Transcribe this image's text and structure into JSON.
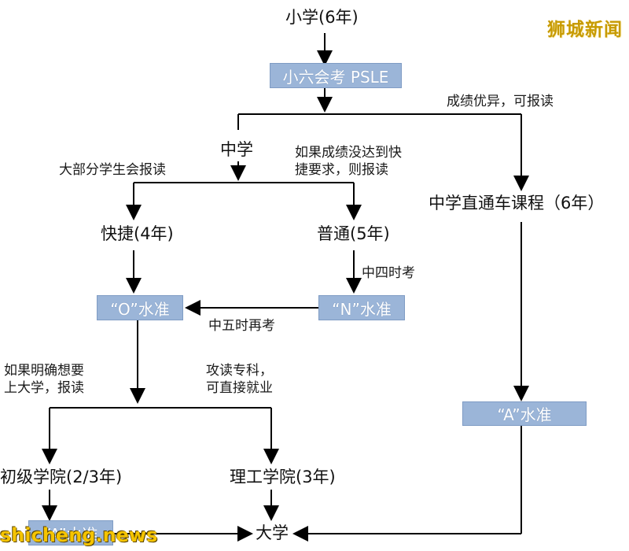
{
  "watermark": "狮城新闻",
  "site": "shicheng.news",
  "nodes": {
    "primary": "小学(6年)",
    "psle": "小六会考 PSLE",
    "secondary": "中学",
    "express": "快捷(4年)",
    "normal": "普通(5年)",
    "ip": "中学直通车课程（6年）",
    "o_level": "“O”水准",
    "n_level": "“N”水准",
    "a_level": "“A”水准",
    "jc": "初级学院(2/3年)",
    "poly": "理工学院(3年)",
    "jc_out": "“A”水准",
    "university": "大学"
  },
  "notes": {
    "excellent": "成绩优异，可报读",
    "most": "大部分学生会报读",
    "if_not_express": "如果成绩没达到快\n捷要求，则报读",
    "sec4_exam": "中四时考",
    "sec5_retake": "中五时再考",
    "if_university": "如果明确想要\n上大学，报读",
    "diploma": "攻读专科，\n可直接就业"
  }
}
